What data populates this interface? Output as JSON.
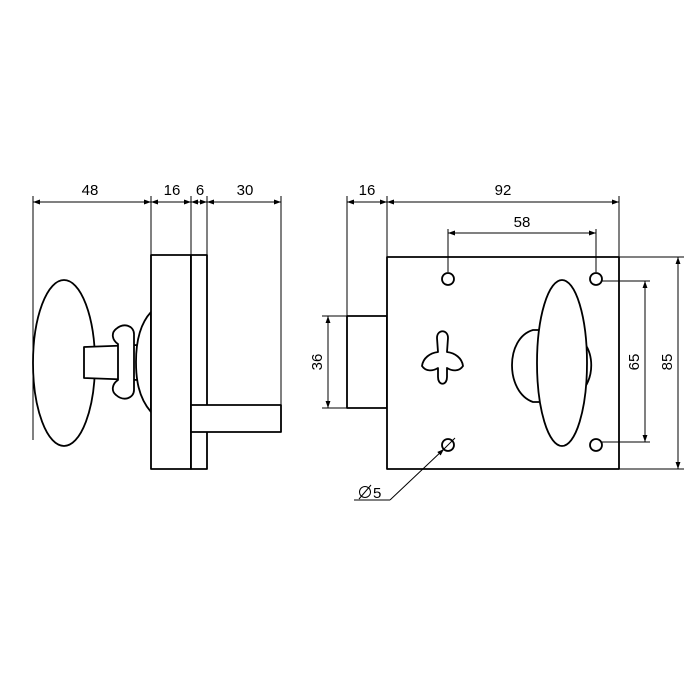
{
  "dimensions": {
    "side_knob_length": "48",
    "side_plate_depth": "16",
    "side_spacer": "6",
    "side_bolt_length": "30",
    "front_bolt_offset": "16",
    "front_width": "92",
    "front_hole_spacing": "58",
    "front_bolt_height": "36",
    "front_hole_vertical": "65",
    "front_height": "85",
    "hole_diameter": "5"
  }
}
